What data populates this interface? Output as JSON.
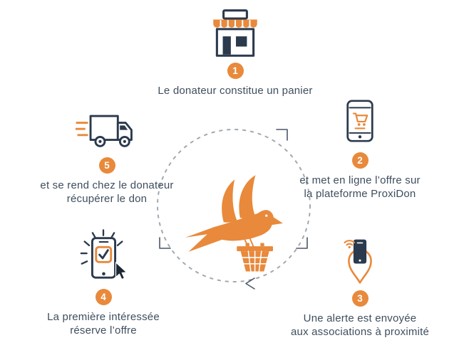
{
  "colors": {
    "orange": "#E8893B",
    "navy": "#2B3A4D",
    "text": "#3E4E5E",
    "ring": "#A2A9B0",
    "cursor": "#1C2733"
  },
  "center": {
    "icon": "bird-with-basket-icon"
  },
  "steps": [
    {
      "number": "1",
      "icon": "storefront-icon",
      "line1": "Le donateur constitue un panier",
      "line2": ""
    },
    {
      "number": "2",
      "icon": "phone-cart-icon",
      "line1": "et met en ligne l’offre sur",
      "line2": "la plateforme ProxiDon"
    },
    {
      "number": "3",
      "icon": "phone-alert-pin-icon",
      "line1": "Une alerte est envoyée",
      "line2": "aux associations à proximité"
    },
    {
      "number": "4",
      "icon": "phone-check-cursor-icon",
      "line1": "La première intéressée",
      "line2": "réserve l’offre"
    },
    {
      "number": "5",
      "icon": "delivery-truck-icon",
      "line1": "et se rend chez le donateur",
      "line2": "récupérer le don"
    }
  ]
}
